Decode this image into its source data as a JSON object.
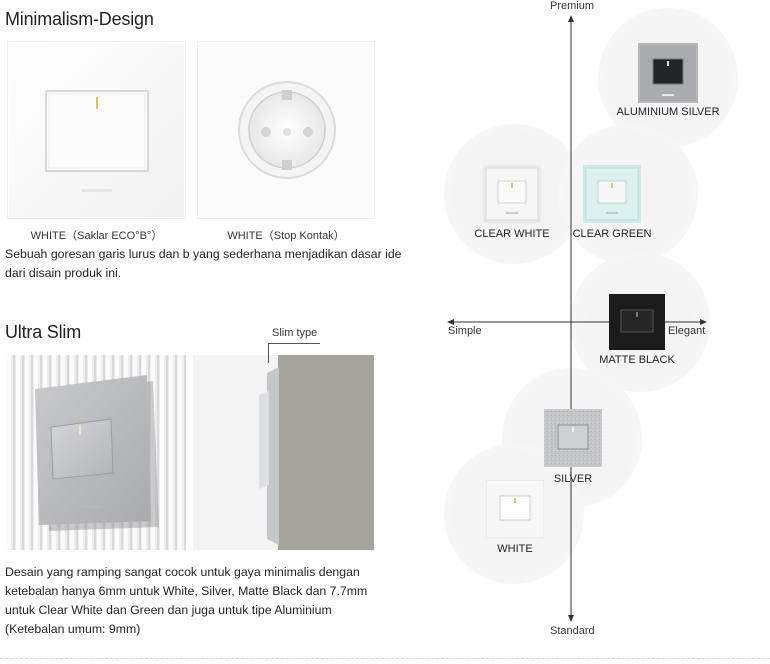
{
  "minimalism": {
    "title": "Minimalism-Design",
    "captions": [
      "WHITE（Saklar ECO°B°）",
      "WHITE（Stop Kontak）"
    ],
    "description": "Sebuah goresan garis lurus dan b  yang sederhana menjadikan dasar ide dari disain produk ini."
  },
  "ultra_slim": {
    "title": "Ultra Slim",
    "callout": "Slim type",
    "description": "Desain yang ramping sangat cocok untuk gaya minimalis dengan ketebalan hanya 6mm untuk White, Silver, Matte Black dan 7.7mm untuk Clear White dan Green dan juga untuk tipe Aluminium (Ketebalan umum: 9mm)"
  },
  "positioning_map": {
    "axes": {
      "top": "Premium",
      "bottom": "Standard",
      "left": "Simple",
      "right": "Elegant"
    },
    "products": [
      {
        "label": "ALUMINIUM SILVER",
        "plate_color": "#a9abae",
        "switch_color": "#232425"
      },
      {
        "label": "CLEAR WHITE",
        "plate_color": "#eef0ef",
        "switch_color": "#fafafa"
      },
      {
        "label": "CLEAR GREEN",
        "plate_color": "#cfe9e6",
        "switch_color": "#f6f8f7"
      },
      {
        "label": "MATTE BLACK",
        "plate_color": "#1b1b1b",
        "switch_color": "#262626"
      },
      {
        "label": "SILVER",
        "plate_color": "#c4c5c7",
        "switch_color": "#cfd0d2"
      },
      {
        "label": "WHITE",
        "plate_color": "#f7f7f7",
        "switch_color": "#ffffff"
      }
    ]
  }
}
